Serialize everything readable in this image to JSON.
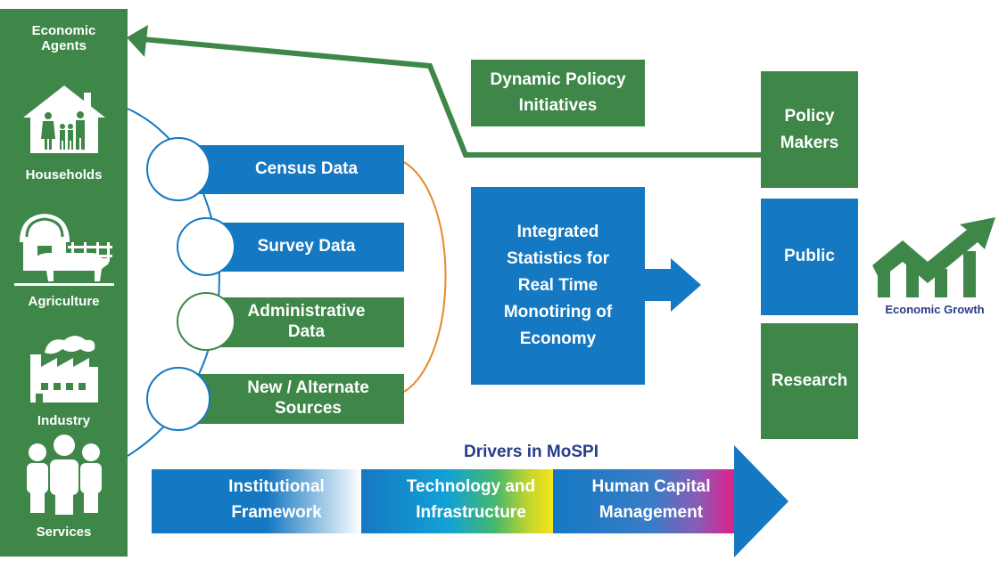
{
  "sidebar": {
    "title": "Economic\nAgents",
    "agents": [
      {
        "label": "Households",
        "icon": "house-family-icon"
      },
      {
        "label": "Agriculture",
        "icon": "barn-cow-icon"
      },
      {
        "label": "Industry",
        "icon": "factory-icon"
      },
      {
        "label": "Services",
        "icon": "people-group-icon"
      }
    ]
  },
  "data_sources": [
    {
      "label": "Census Data",
      "color": "#1578c2"
    },
    {
      "label": "Survey Data",
      "color": "#1578c2"
    },
    {
      "label": "Administrative\nData",
      "color": "#3e8748"
    },
    {
      "label": "New / Alternate\nSources",
      "color": "#3e8748"
    }
  ],
  "dynamic_policy": "Dynamic Poliocy\nInitiatives",
  "integrated": "Integrated\nStatistics for\nReal Time\nMonotiring of\nEconomy",
  "stakeholders": [
    {
      "label": "Policy\nMakers",
      "color": "#3e8748"
    },
    {
      "label": "Public",
      "color": "#1578c2"
    },
    {
      "label": "Research",
      "color": "#3e8748"
    }
  ],
  "economic_growth": {
    "label": "Economic Growth",
    "icon": "growth-chart-icon"
  },
  "drivers": {
    "title": "Drivers in MoSPI",
    "items": [
      "Institutional\nFramework",
      "Technology and\nInfrastructure",
      "Human Capital\nManagement"
    ]
  },
  "colors": {
    "green": "#3e8748",
    "blue": "#1578c2",
    "navy": "#273c8a",
    "orange": "#e8882a"
  }
}
